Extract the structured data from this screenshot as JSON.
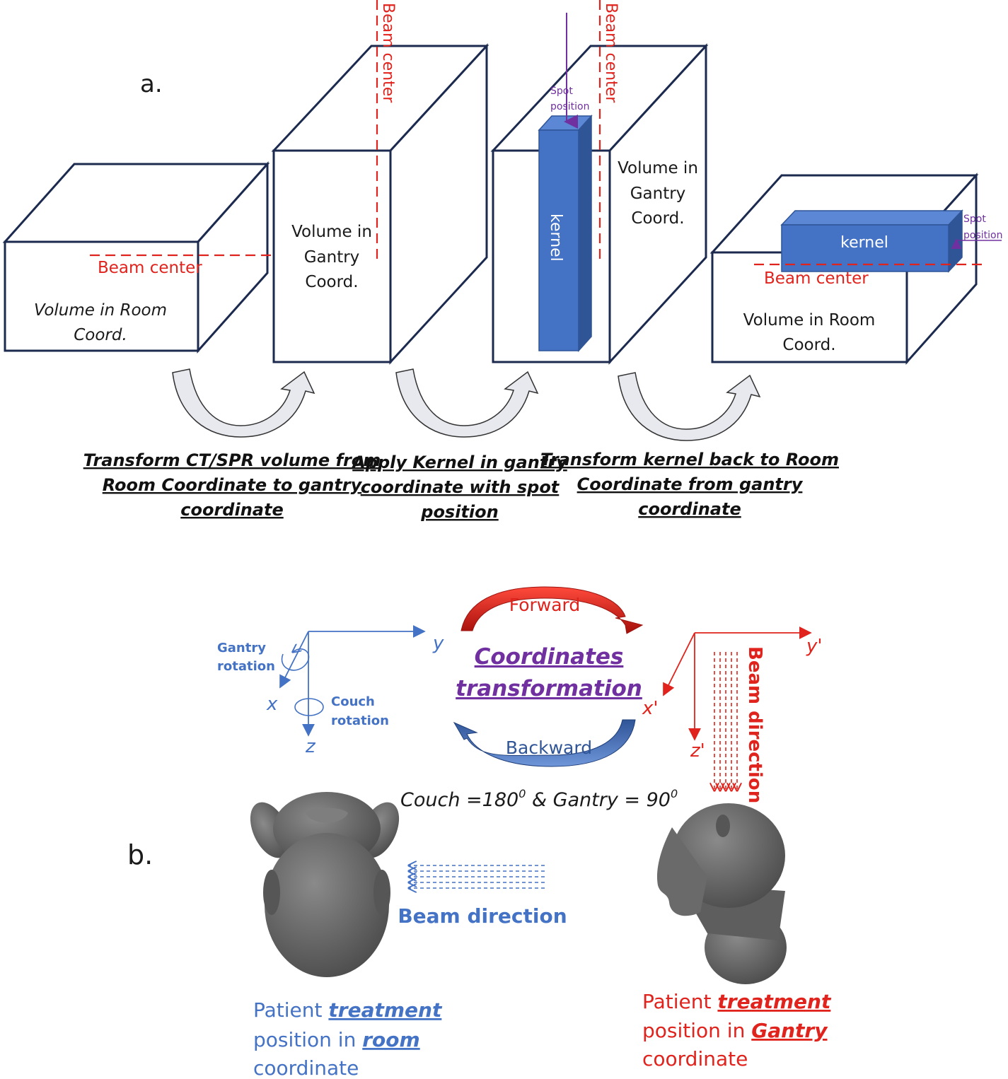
{
  "panel_a": {
    "label": "a.",
    "box1": {
      "beam": "Beam center",
      "line1": "Volume in Room",
      "line2": "Coord."
    },
    "box2": {
      "beam": "Beam center",
      "line1": "Volume in",
      "line2": "Gantry",
      "line3": "Coord."
    },
    "box3": {
      "beam": "Beam center",
      "kernel": "kernel",
      "spot1": "Spot",
      "spot2": "position",
      "line1": "Volume in",
      "line2": "Gantry",
      "line3": "Coord."
    },
    "box4": {
      "beam": "Beam center",
      "kernel": "kernel",
      "spot1": "Spot",
      "spot2": "position",
      "line1": "Volume in Room",
      "line2": "Coord."
    },
    "captions": [
      [
        "Transform CT/SPR volume from",
        "Room Coordinate to gantry",
        "coordinate"
      ],
      [
        "Apply Kernel in gantry",
        "coordinate with spot",
        "position"
      ],
      [
        "Transform kernel back to Room",
        "Coordinate from gantry",
        "coordinate"
      ]
    ]
  },
  "panel_b": {
    "label": "b.",
    "forward": "Forward",
    "backward": "Backward",
    "center_line1": "Coordinates",
    "center_line2": "transformation",
    "couch_gantry": {
      "couch_prefix": "Couch =180",
      "sup1": "0",
      "gantry_mid": " & Gantry = 90",
      "sup2": "0"
    },
    "left_axes": {
      "y": "y",
      "x": "x",
      "z": "z",
      "gantry1": "Gantry",
      "gantry2": "rotation",
      "couch1": "Couch",
      "couch2": "rotation"
    },
    "right_axes": {
      "y": "y'",
      "x": "x'",
      "z": "z'",
      "beam": "Beam direction"
    },
    "beam_direction_left": "Beam direction",
    "left_caption": {
      "w1": "Patient ",
      "w2": "treatment",
      "w3": "position in ",
      "w4": "room",
      "w5": "coordinate"
    },
    "right_caption": {
      "w1": "Patient ",
      "w2": "treatment",
      "w3": "position in ",
      "w4": "Gantry",
      "w5": "coordinate"
    }
  },
  "colors": {
    "red": "#e0231c",
    "blue": "#4472c4",
    "purple": "#7030a0",
    "navy": "#1b2a4e"
  }
}
